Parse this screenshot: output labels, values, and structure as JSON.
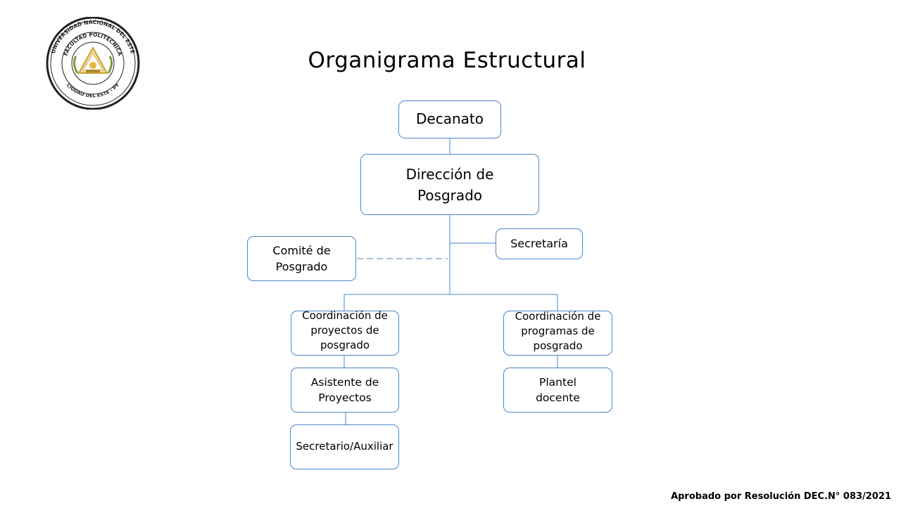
{
  "title": "Organigrama Estructural",
  "seal": {
    "outer_text": "UNIVERSIDAD NACIONAL DEL ESTE",
    "inner_text": "FACULTAD POLITÉCNICA",
    "bottom_text": "CIUDAD DEL ESTE - PY"
  },
  "nodes": {
    "decanato": "Decanato",
    "direccion": "Dirección de\nPosgrado",
    "secretaria": "Secretaría",
    "comite": "Comité de\nPosgrado",
    "coord_proyectos": "Coordinación de\nproyectos de\nposgrado",
    "coord_programas": "Coordinación de\nprogramas de\nposgrado",
    "asistente": "Asistente de\nProyectos",
    "plantel": "Plantel\ndocente",
    "secretario_aux": "Secretario/Auxiliar"
  },
  "footer": "Aprobado por Resolución DEC.N° 083/2021",
  "colors": {
    "border": "#4a86c5",
    "seal_gold": "#c9a13a"
  }
}
